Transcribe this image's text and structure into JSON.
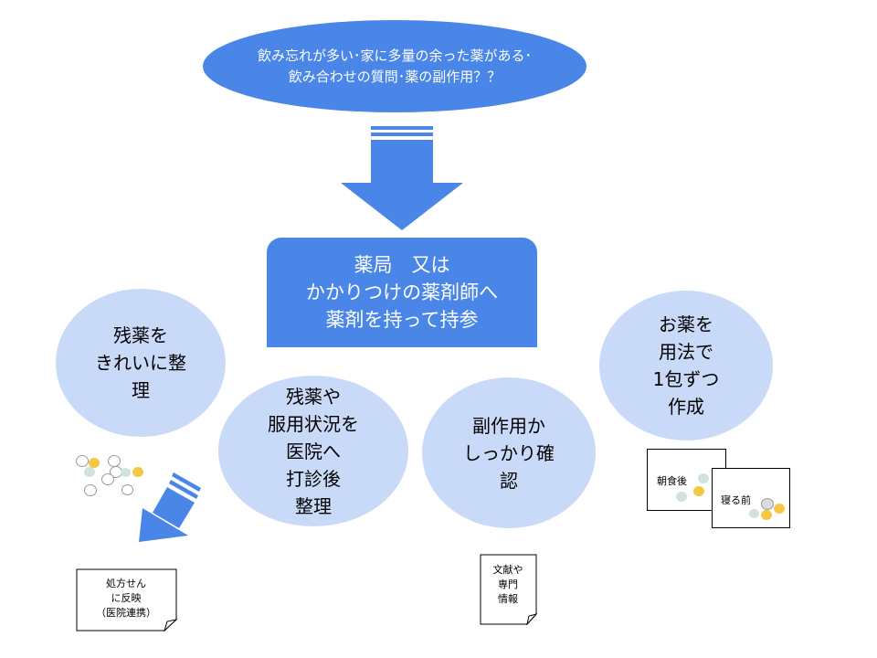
{
  "top_problem": {
    "line1": "飲み忘れが多い･家に多量の余った薬がある･",
    "line2": "飲み合わせの質問･薬の副作用？？"
  },
  "pharmacy": {
    "line1": "薬局　又は",
    "line2": "かかりつけの薬剤師へ",
    "line3": "薬剤を持って持参"
  },
  "circles": [
    {
      "lines": [
        "残薬を",
        "きれいに整",
        "理"
      ]
    },
    {
      "lines": [
        "残薬や",
        "服用状況を",
        "医院へ",
        "打診後",
        "整理"
      ]
    },
    {
      "lines": [
        "副作用か",
        "しっかり確",
        "認"
      ]
    },
    {
      "lines": [
        "お薬を",
        "用法で",
        "1包ずつ",
        "作成"
      ]
    }
  ],
  "documents": {
    "prescription": [
      "処方せん",
      "に反映",
      "（医院連携）"
    ],
    "literature": [
      "文献や",
      "専門",
      "情報"
    ]
  },
  "cards": {
    "after_breakfast": "朝食後",
    "before_bed": "寝る前"
  },
  "colors": {
    "primary_blue": "#4a86e8",
    "light_blue": "#c9daf8",
    "pill_yellow": "#f4c842"
  }
}
